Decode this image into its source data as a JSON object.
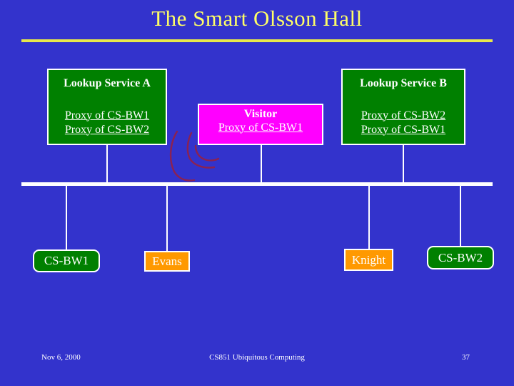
{
  "slide": {
    "title": "The Smart Olsson Hall",
    "background_color": "#3333CC",
    "title_color": "#FFFF66",
    "rule_color": "#E8E84A"
  },
  "services": [
    {
      "name": "lookup-service-a",
      "title": "Lookup Service A",
      "color": "#008000",
      "proxies": [
        "Proxy of CS-BW1",
        "Proxy of CS-BW2"
      ]
    },
    {
      "name": "visitor",
      "title": "Visitor",
      "color": "#FF00FF",
      "proxies": [
        "Proxy of CS-BW1"
      ]
    },
    {
      "name": "lookup-service-b",
      "title": "Lookup Service B",
      "color": "#008000",
      "proxies": [
        "Proxy of CS-BW2",
        "Proxy of CS-BW1"
      ]
    }
  ],
  "devices": [
    {
      "name": "cs-bw1",
      "label": "CS-BW1",
      "color": "#008000"
    },
    {
      "name": "evans",
      "label": "Evans",
      "color": "#FF9900"
    },
    {
      "name": "knight",
      "label": "Knight",
      "color": "#FF9900"
    },
    {
      "name": "cs-bw2",
      "label": "CS-BW2",
      "color": "#008000"
    }
  ],
  "network": {
    "bus_color": "#FFFFFF",
    "connector_color": "#FFFFFF"
  },
  "annotation": {
    "ink_color": "#8B2252"
  },
  "footer": {
    "date": "Nov 6, 2000",
    "center": "CS851 Ubiquitous Computing",
    "page": "37"
  }
}
